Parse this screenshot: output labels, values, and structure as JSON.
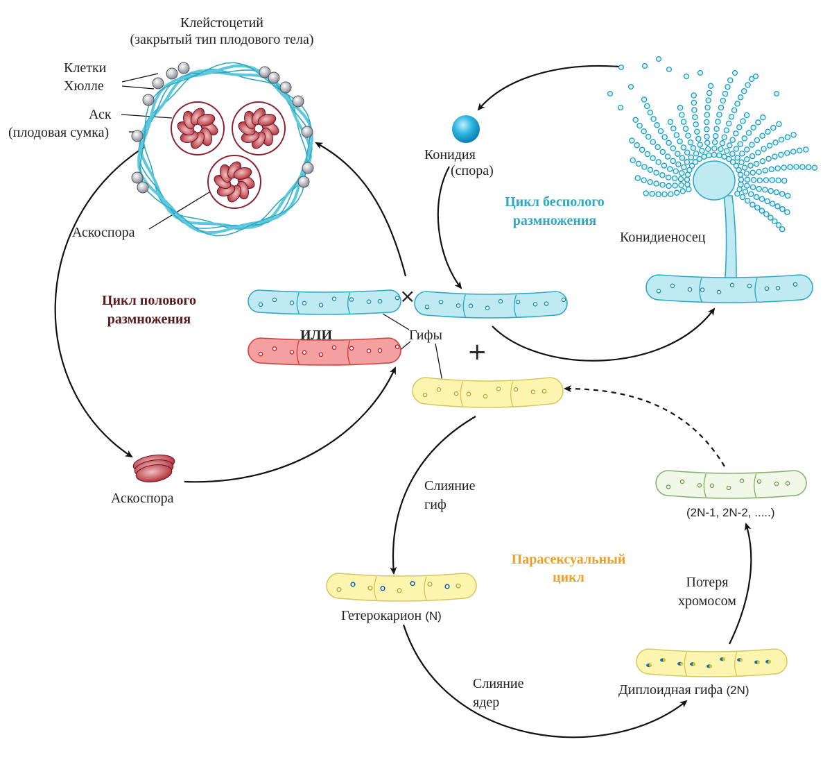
{
  "colors": {
    "sexual": "#5a1a1a",
    "asexual": "#2ea8c4",
    "parasexual": "#f0a020",
    "hypha_teal": "#bfeaf2",
    "hypha_red": "#f4a0a0",
    "hypha_yellow": "#fbf5b0",
    "hypha_green": "#f2f8e8",
    "ascus": "#b0303a"
  },
  "labels": {
    "cleistothecium": "Клейстоцетий",
    "cleistothecium_sub": "(закрытый тип плодового тела)",
    "hulle1": "Клетки",
    "hulle2": "Хюлле",
    "ascus1": "Аск",
    "ascus2": "(плодовая сумка)",
    "ascospore_top": "Аскоспора",
    "sexual1": "Цикл полового",
    "sexual2": "размножения",
    "or": "ИЛИ",
    "hyphae": "Гифы",
    "cross": "×",
    "plus": "+",
    "ascospore_bottom": "Аскоспора",
    "conidium1": "Конидия",
    "conidium2": "(спора)",
    "asexual1": "Цикл бесполого",
    "asexual2": "размножения",
    "conidiophore": "Конидиеносец",
    "fusion_hyphae1": "Слияние",
    "fusion_hyphae2": "гиф",
    "parasexual1": "Парасексуальный",
    "parasexual2": "цикл",
    "heterokaryon": "Гетерокарион",
    "heterokaryon_ploidy": "(N)",
    "nuclear_fusion1": "Слияние",
    "nuclear_fusion2": "ядер",
    "diploid": "Диплоидная гифа",
    "diploid_ploidy": "(2N)",
    "chrom_loss1": "Потеря",
    "chrom_loss2": "хромосом",
    "aneuploid": "(2N-1, 2N-2, .....)"
  }
}
